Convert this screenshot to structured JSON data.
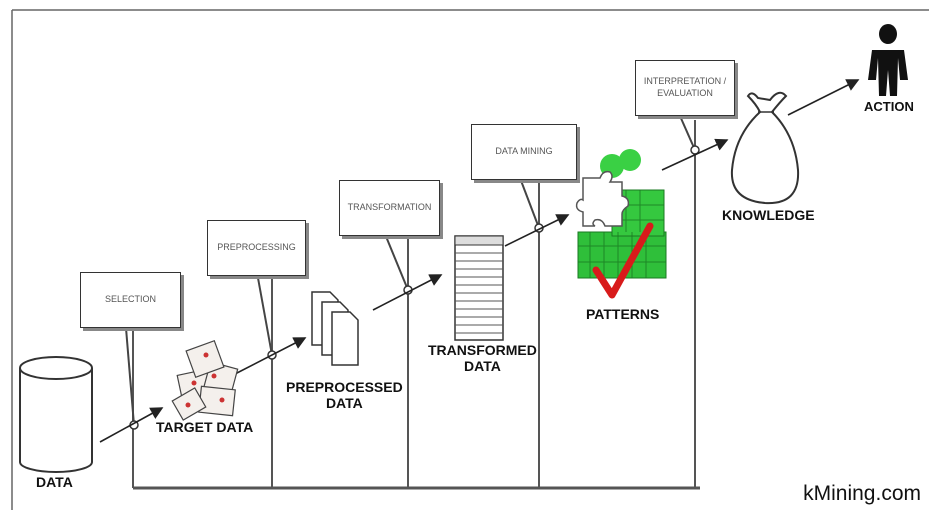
{
  "stages": {
    "data": "DATA",
    "target_data": "TARGET DATA",
    "preprocessed_line1": "PREPROCESSED",
    "preprocessed_line2": "DATA",
    "transformed_line1": "TRANSFORMED",
    "transformed_line2": "DATA",
    "patterns": "PATTERNS",
    "knowledge": "KNOWLEDGE",
    "action": "ACTION"
  },
  "steps": {
    "selection": "SELECTION",
    "preprocessing": "PREPROCESSING",
    "transformation": "TRANSFORMATION",
    "data_mining": "DATA MINING",
    "interpretation_line1": "INTERPRETATION /",
    "interpretation_line2": "EVALUATION"
  },
  "watermark": "kMining.com",
  "colors": {
    "line": "#333333",
    "patterns_green": "#2fbf3a",
    "check_red": "#d81b1b"
  }
}
